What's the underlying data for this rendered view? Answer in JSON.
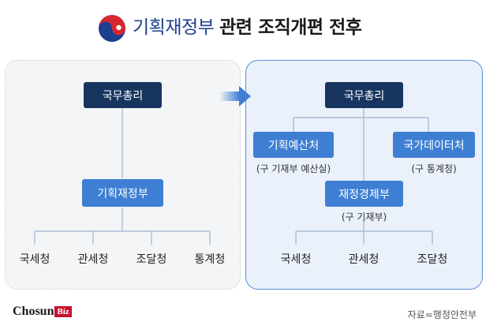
{
  "header": {
    "title_org": "기획재정부",
    "title_rest": "관련 조직개편 전후"
  },
  "before": {
    "top": "국무총리",
    "middle": "기획재정부",
    "agencies": [
      "국세청",
      "관세청",
      "조달청",
      "통계청"
    ]
  },
  "after": {
    "top": "국무총리",
    "left_box": "기획예산처",
    "left_note": "(구 기재부 예산실)",
    "right_box": "국가데이터처",
    "right_note": "(구 통계청)",
    "middle_box": "재정경제부",
    "middle_note": "(구 기재부)",
    "agencies": [
      "국세청",
      "관세청",
      "조달청"
    ]
  },
  "footer": {
    "brand_main": "Chosun",
    "brand_badge": "Biz",
    "source": "자료=행정안전부"
  },
  "colors": {
    "dark_box": "#17355f",
    "blue_box": "#3e7fd3",
    "accent_border": "#5b8fd9",
    "brand_red": "#c8102e"
  }
}
